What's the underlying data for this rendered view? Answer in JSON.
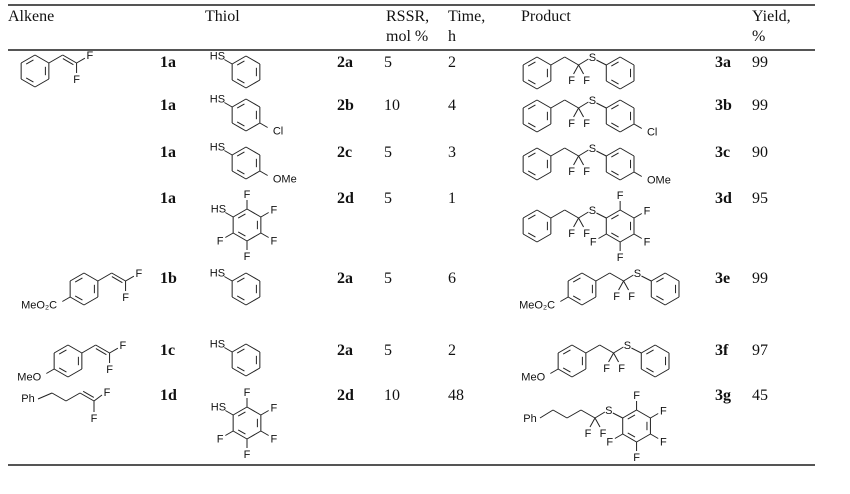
{
  "header": {
    "alkene": "Alkene",
    "thiol": "Thiol",
    "rssr_line1": "RSSR,",
    "rssr_line2": "mol %",
    "time_line1": "Time,",
    "time_line2": "h",
    "product": "Product",
    "yield_line1": "Yield,",
    "yield_line2": "%"
  },
  "atoms": {
    "F": "F",
    "HS": "HS",
    "S": "S",
    "Cl": "Cl",
    "OMe": "OMe",
    "MeO": "MeO",
    "MeO2C": "MeO₂C",
    "Ph": "Ph"
  },
  "rows": [
    {
      "alkene": "1a",
      "thiol": "2a",
      "rssr": "5",
      "time": "2",
      "product": "3a",
      "yield": "99"
    },
    {
      "alkene": "1a",
      "thiol": "2b",
      "rssr": "10",
      "time": "4",
      "product": "3b",
      "yield": "99"
    },
    {
      "alkene": "1a",
      "thiol": "2c",
      "rssr": "5",
      "time": "3",
      "product": "3c",
      "yield": "90"
    },
    {
      "alkene": "1a",
      "thiol": "2d",
      "rssr": "5",
      "time": "1",
      "product": "3d",
      "yield": "95"
    },
    {
      "alkene": "1b",
      "thiol": "2a",
      "rssr": "5",
      "time": "6",
      "product": "3e",
      "yield": "99"
    },
    {
      "alkene": "1c",
      "thiol": "2a",
      "rssr": "5",
      "time": "2",
      "product": "3f",
      "yield": "97"
    },
    {
      "alkene": "1d",
      "thiol": "2d",
      "rssr": "10",
      "time": "48",
      "product": "3g",
      "yield": "45"
    }
  ]
}
